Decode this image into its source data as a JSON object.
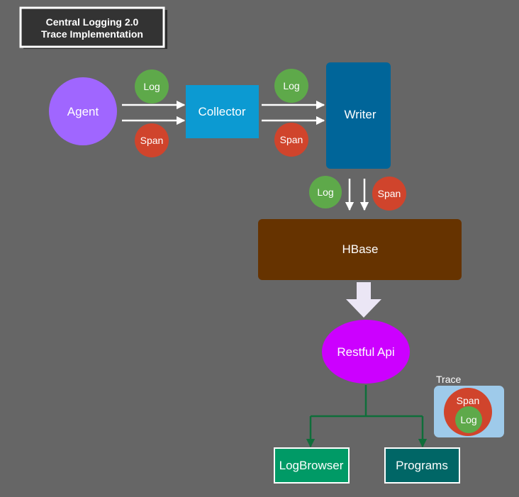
{
  "title": {
    "line1": "Central Logging 2.0",
    "line2": "Trace Implementation"
  },
  "nodes": {
    "agent": "Agent",
    "collector": "Collector",
    "writer": "Writer",
    "hbase": "HBase",
    "restful_api": "Restful Api",
    "logbrowser": "LogBrowser",
    "programs": "Programs"
  },
  "badges": {
    "log": "Log",
    "span": "Span"
  },
  "legend": {
    "title": "Trace",
    "outer": "Span",
    "inner": "Log"
  },
  "colors": {
    "background": "#666666",
    "agent": "#a066ff",
    "collector": "#0c9ad2",
    "writer": "#006599",
    "hbase": "#663300",
    "restful_api": "#cc00ff",
    "logbrowser": "#009a66",
    "programs": "#006666",
    "log_badge": "#5ea94a",
    "span_badge": "#d0442c",
    "legend_bg": "#9ecaea"
  }
}
